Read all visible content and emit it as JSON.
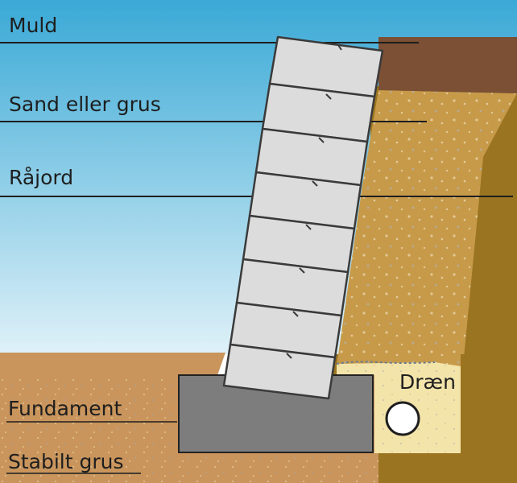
{
  "labels": {
    "topsoil": "Muld",
    "sand_gravel": "Sand eller grus",
    "subsoil": "Råjord",
    "drain": "Dræn",
    "foundation": "Fundament",
    "stable_gravel": "Stabilt grus"
  },
  "colors": {
    "sky_top": "#3aa9d6",
    "sky_bottom": "#dff1f8",
    "topsoil": "#7b5034",
    "sand_gravel": "#c79a4a",
    "subsoil": "#9a7420",
    "foundation_ground": "#c9955c",
    "foundation_block": "#7d7d7d",
    "drain_fill": "#f3e4aa",
    "wall_block": "#dcdcdc",
    "line": "#1e1e1e"
  }
}
